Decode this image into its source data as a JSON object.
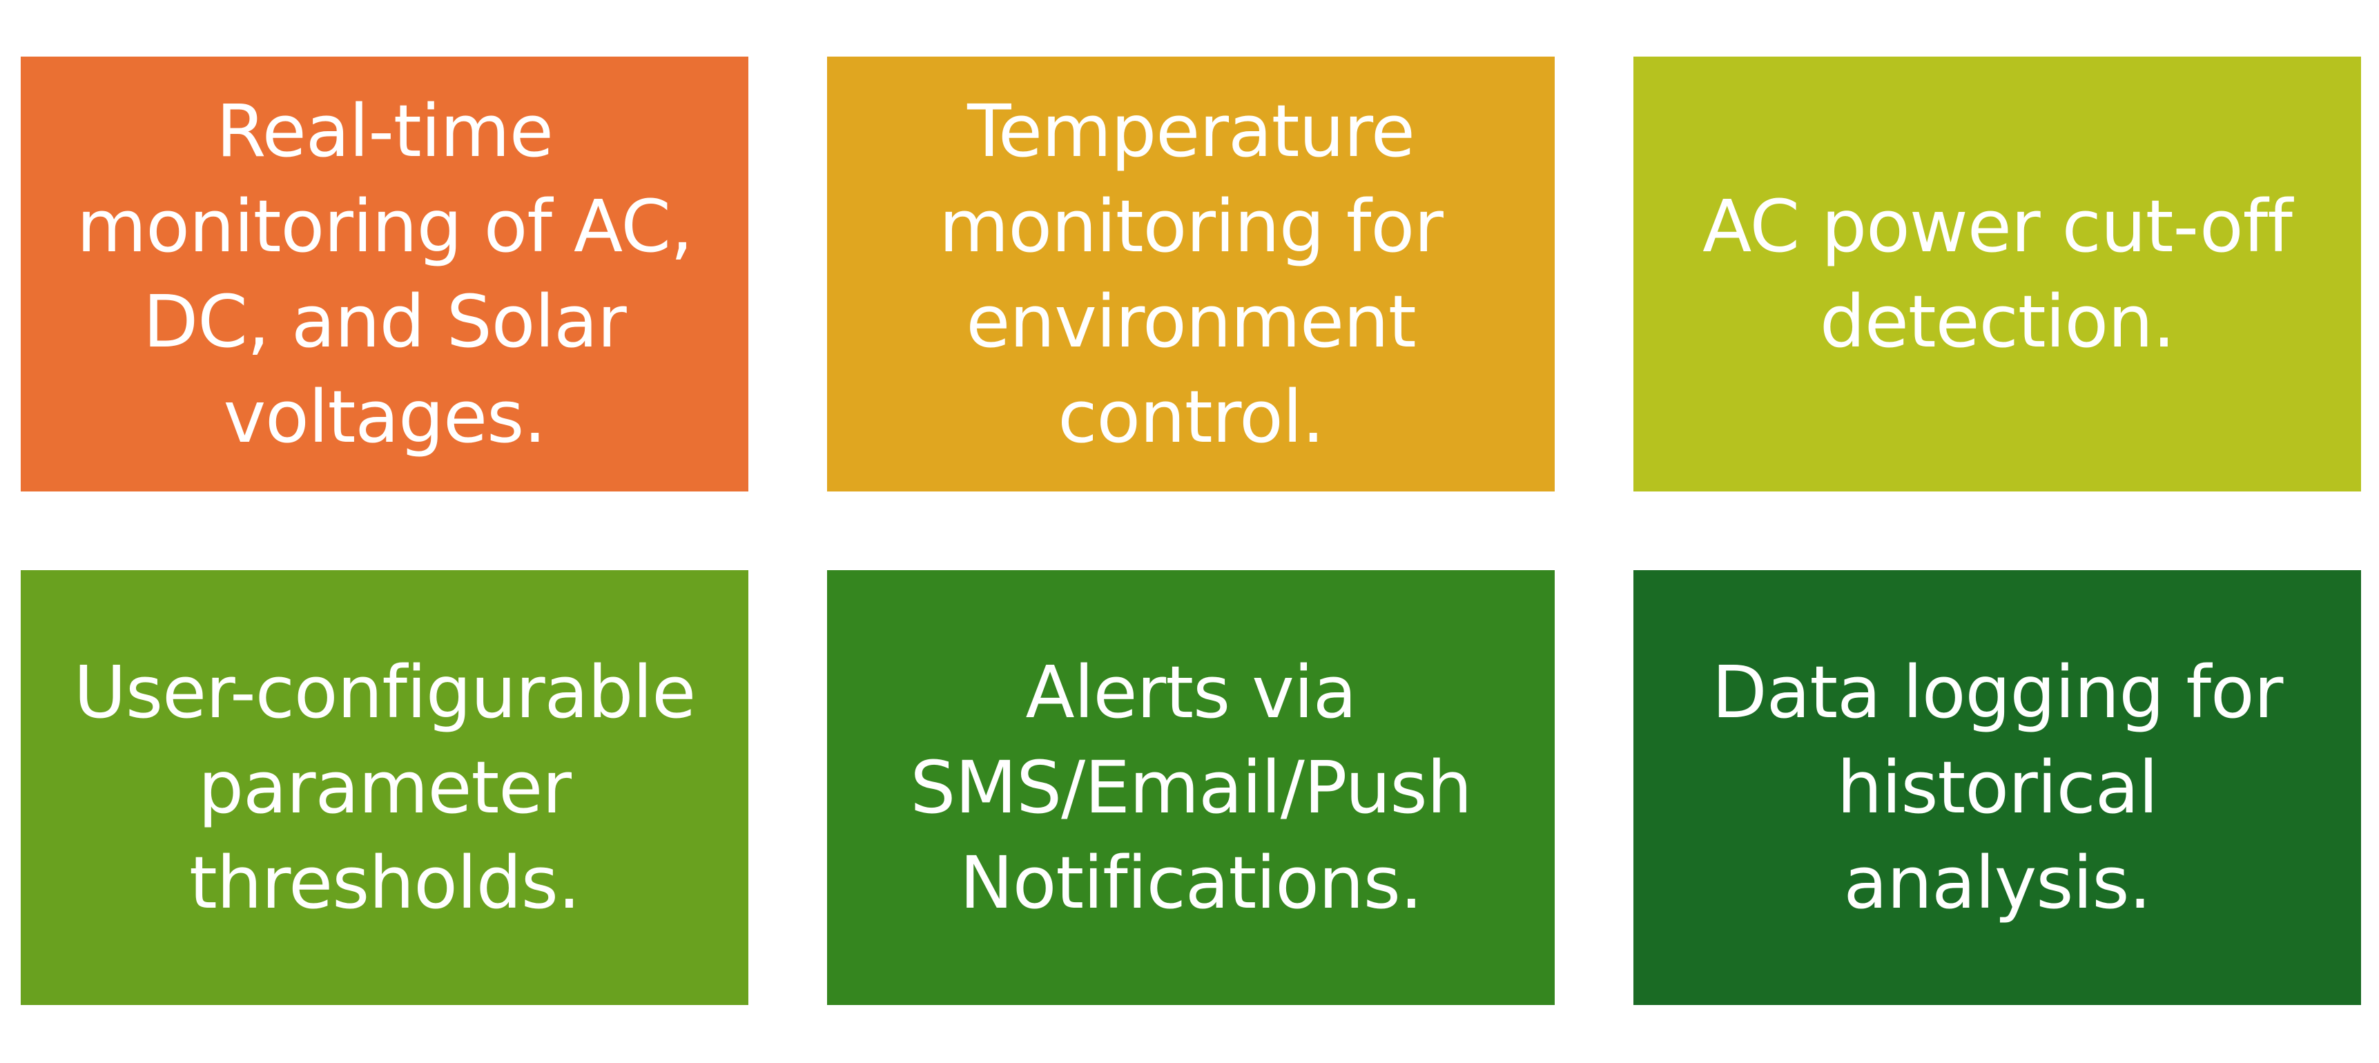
{
  "cards": [
    {
      "text": "Real-time\nmonitoring of AC,\nDC, and Solar\nvoltages.",
      "color": "#EA7033"
    },
    {
      "text": "Temperature\nmonitoring for\nenvironment\ncontrol.",
      "color": "#E0A620"
    },
    {
      "text": "AC power cut-off\ndetection.",
      "color": "#B6C21F"
    },
    {
      "text": "User-configurable\nparameter\nthresholds.",
      "color": "#69A11F"
    },
    {
      "text": "Alerts via\nSMS/Email/Push\nNotifications.",
      "color": "#35861F"
    },
    {
      "text": "Data logging for\nhistorical\nanalysis.",
      "color": "#1A6B24"
    }
  ]
}
